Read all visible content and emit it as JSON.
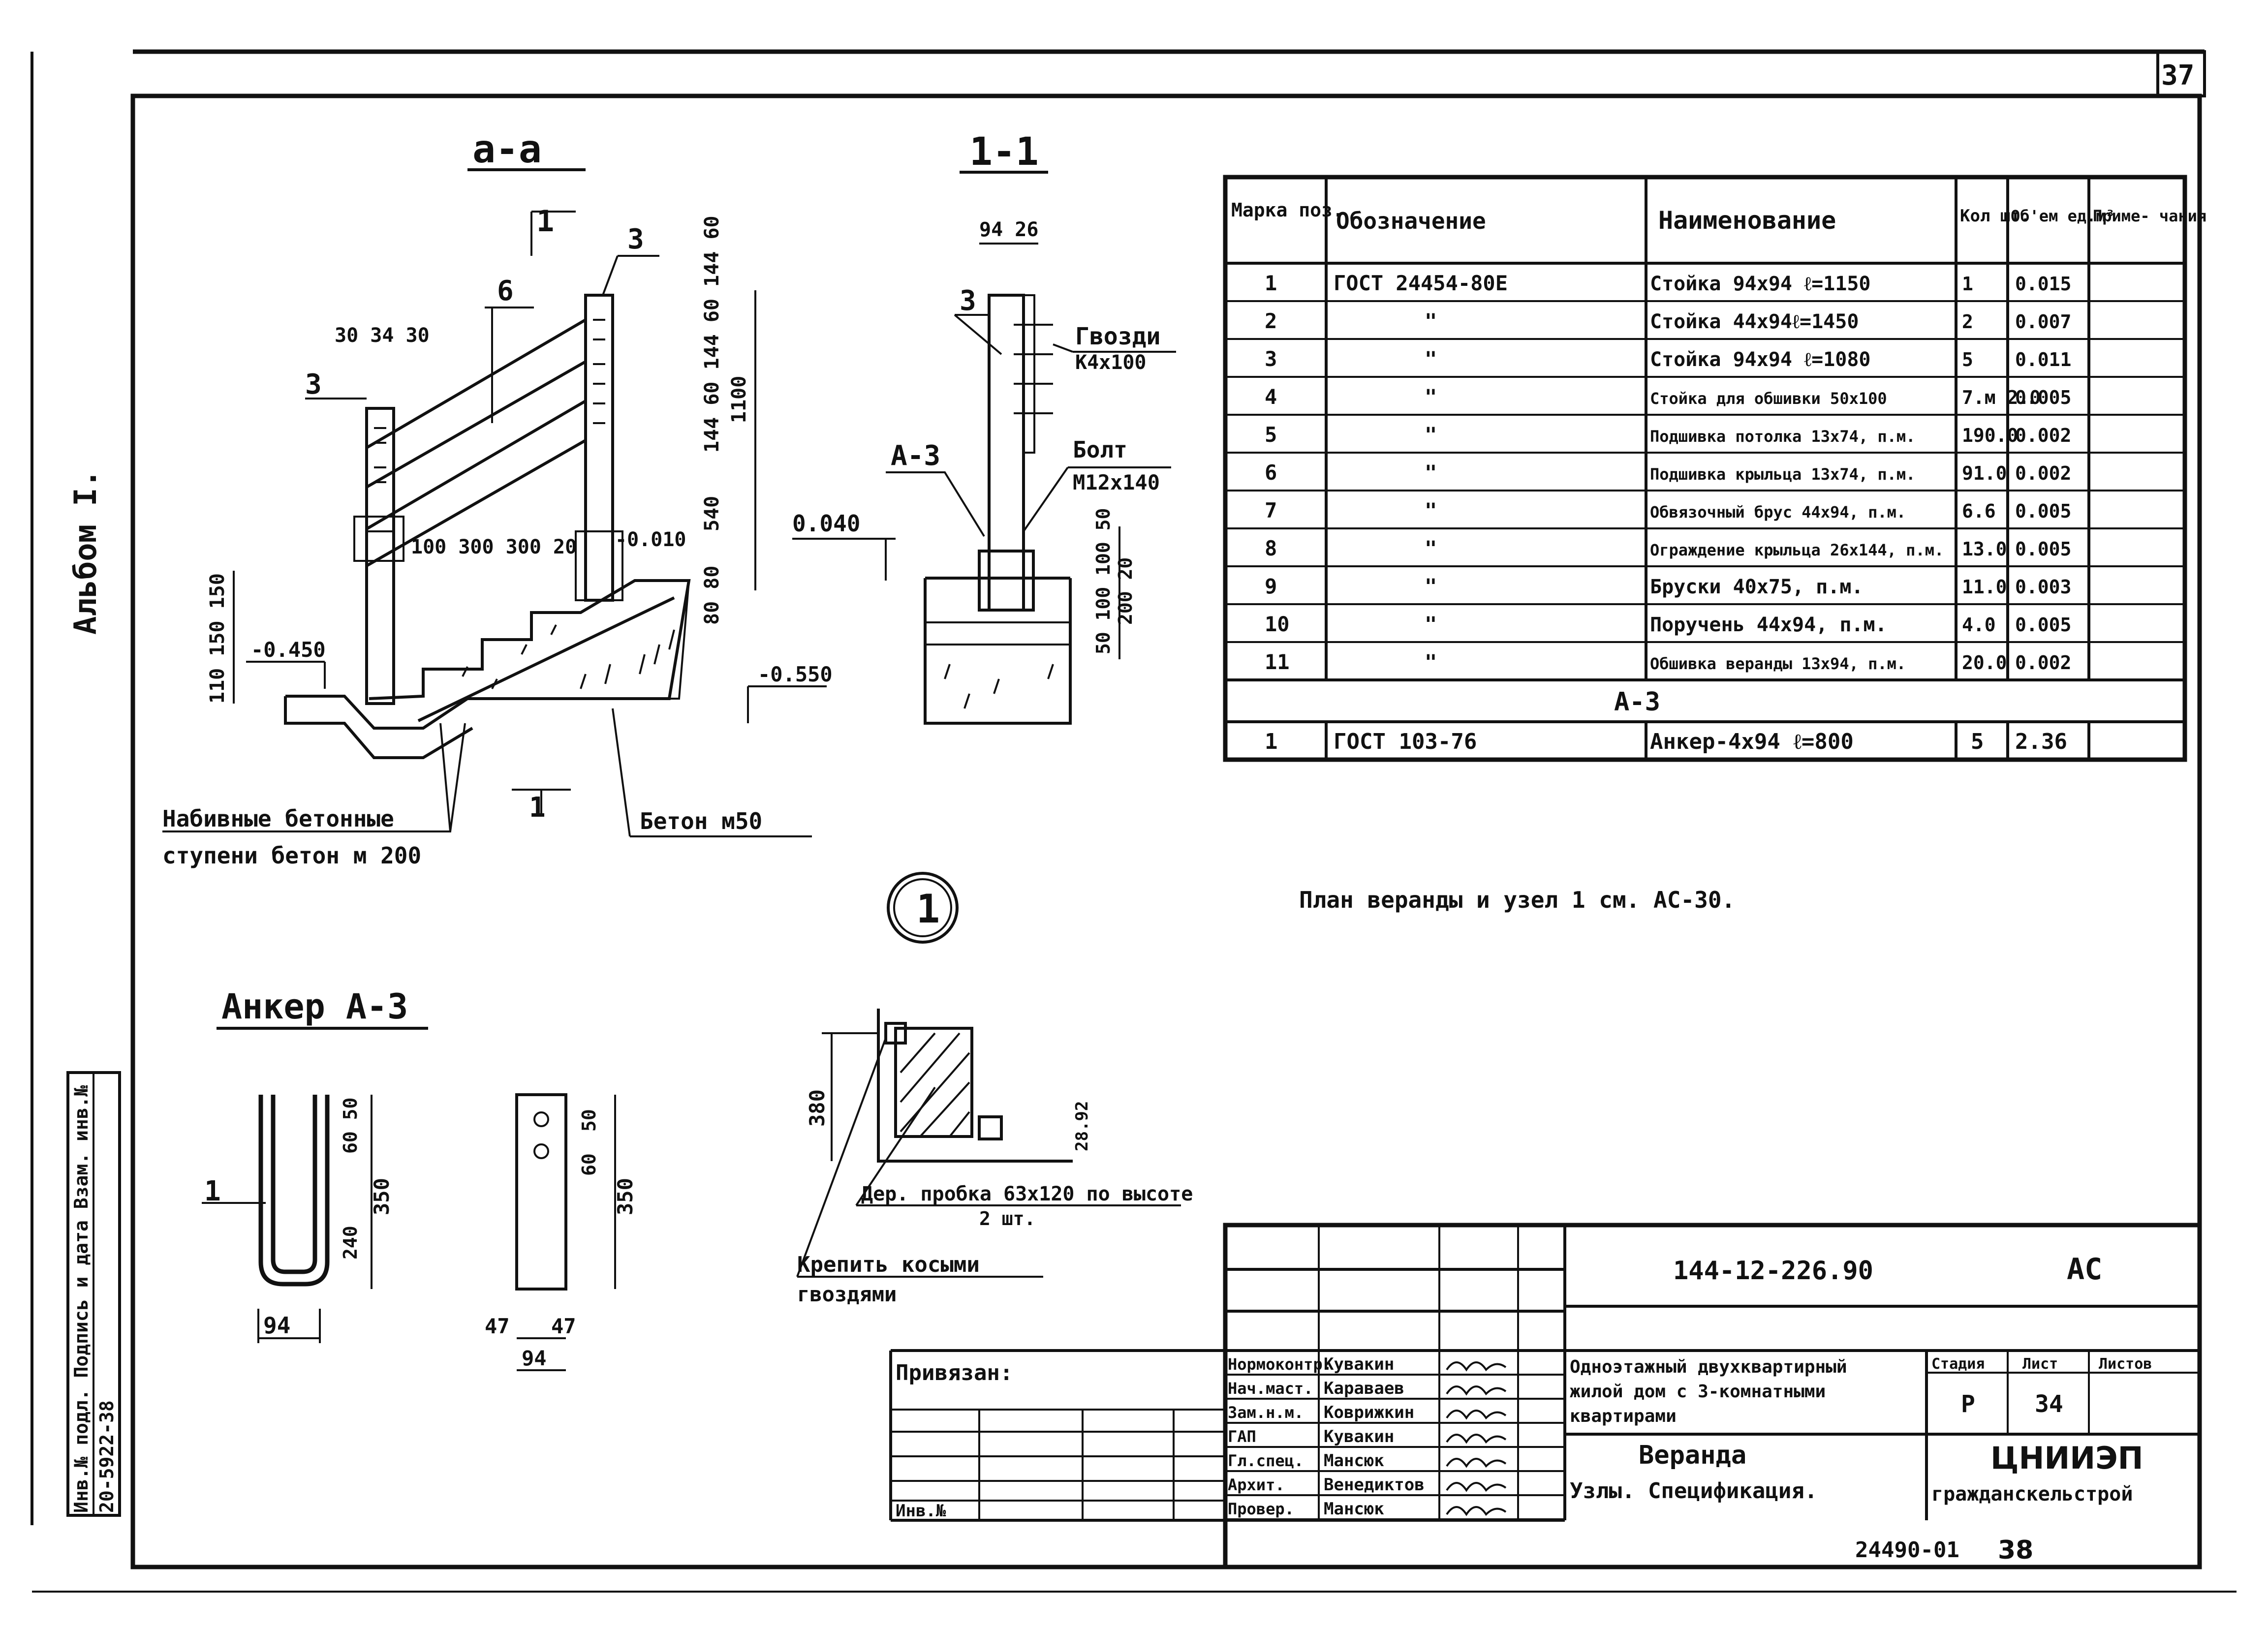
{
  "sheet_number": "37",
  "album_label": "Альбом I.",
  "side_stamp": {
    "col_titles": "Инв.№ подл. Подпись и дата Взам. инв.№",
    "code": "20-5922-38"
  },
  "views": {
    "section_aa_title": "а-а",
    "section_11_title": "1-1",
    "anchor_title": "Анкер А-3",
    "node_marker": "1",
    "view_mark_1": "1",
    "view_mark_T": "1"
  },
  "section_aa": {
    "labels": {
      "pos_3a": "3",
      "pos_3b": "3",
      "pos_6": "6",
      "dims_top": "30 34 30",
      "dims_steps": "100 300  300 20",
      "level_1": "-0.010",
      "level_2": "-0.450",
      "level_3": "-0.550",
      "dims_left": "110 150 150",
      "dims_right": "144 60 144 60 144 60",
      "dim_1100": "1100",
      "dim_540": "540",
      "dims_bottom_right": "80 80",
      "note_steps_1": "Набивные бетонные",
      "note_steps_2": "ступени бетон м 200",
      "note_concrete": "Бетон м50"
    }
  },
  "section_11": {
    "labels": {
      "dims_top": "94  26",
      "pos_3": "3",
      "nails_1": "Гвозди",
      "nails_2": "К4х100",
      "anchor": "А-3",
      "bolt_1": "Болт",
      "bolt_2": "М12х140",
      "level": "0.040",
      "dims_right": "50 100 100 50",
      "dims_right2": "200 20"
    }
  },
  "anchor_views": {
    "pos_1": "1",
    "dims_1": "60 50",
    "dims_2": "240",
    "dims_3": "350",
    "width_1": "94",
    "dims_r1": "50",
    "dims_r2": "60",
    "dims_r3": "350",
    "width_l": "47",
    "width_r": "47",
    "width_2": "94"
  },
  "node_detail": {
    "dim_380": "380",
    "dim_side": "28.92",
    "note_1": "Дер. пробка 63х120 по высоте",
    "note_2": "2 шт.",
    "note_3": "Крепить косыми",
    "note_4": "гвоздями"
  },
  "spec_table": {
    "headers": {
      "mark": "Марка поз.",
      "designation": "Обозначение",
      "name": "Наименование",
      "qty": "Кол шт.",
      "volume": "Об'ем ед.м³",
      "note": "Приме- чания"
    },
    "rows": [
      {
        "mark": "1",
        "designation": "ГОСТ 24454-80Е",
        "name": "Стойка 94х94 ℓ=1150",
        "qty": "1",
        "volume": "0.015"
      },
      {
        "mark": "2",
        "designation": "\"",
        "name": "Стойка 44х94ℓ=1450",
        "qty": "2",
        "volume": "0.007"
      },
      {
        "mark": "3",
        "designation": "\"",
        "name": "Стойка 94х94 ℓ=1080",
        "qty": "5",
        "volume": "0.011"
      },
      {
        "mark": "4",
        "designation": "\"",
        "name": "Стойка для обшивки 50х100",
        "qty": "7.м 2.0",
        "volume": "0.005"
      },
      {
        "mark": "5",
        "designation": "\"",
        "name": "Подшивка потолка 13х74, п.м.",
        "qty": "190.0",
        "volume": "0.002"
      },
      {
        "mark": "6",
        "designation": "\"",
        "name": "Подшивка крыльца 13х74, п.м.",
        "qty": "91.0",
        "volume": "0.002"
      },
      {
        "mark": "7",
        "designation": "\"",
        "name": "Обвязочный брус 44х94, п.м.",
        "qty": "6.6",
        "volume": "0.005"
      },
      {
        "mark": "8",
        "designation": "\"",
        "name": "Ограждение крыльца 26х144, п.м.",
        "qty": "13.0",
        "volume": "0.005"
      },
      {
        "mark": "9",
        "designation": "\"",
        "name": "Бруски 40х75, п.м.",
        "qty": "11.0",
        "volume": "0.003"
      },
      {
        "mark": "10",
        "designation": "\"",
        "name": "Поручень 44х94, п.м.",
        "qty": "4.0",
        "volume": "0.005"
      },
      {
        "mark": "11",
        "designation": "\"",
        "name": "Обшивка веранды 13х94, п.м.",
        "qty": "20.0",
        "volume": "0.002"
      }
    ],
    "group_title": "А-3",
    "group_rows": [
      {
        "mark": "1",
        "designation": "ГОСТ 103-76",
        "name": "Анкер-4х94 ℓ=800",
        "qty": "5",
        "volume": "2.36"
      }
    ]
  },
  "plan_note": "План веранды и узел 1 см. АС-30.",
  "title_block": {
    "doc_code": "144-12-226.90",
    "doc_mark": "АС",
    "attached_label": "Привязан:",
    "inv_label": "Инв.№",
    "roles": [
      {
        "role": "Нормоконтр.",
        "name": "Кувакин"
      },
      {
        "role": "Нач.маст.",
        "name": "Караваев"
      },
      {
        "role": "Зам.н.м.",
        "name": "Коврижкин"
      },
      {
        "role": "ГАП",
        "name": "Кувакин"
      },
      {
        "role": "Гл.спец.",
        "name": "Мансюк"
      },
      {
        "role": "Архит.",
        "name": "Венедиктов"
      },
      {
        "role": "Провер.",
        "name": "Мансюк"
      }
    ],
    "project_1": "Одноэтажный двухквартирный",
    "project_2": "жилой дом с 3-комнатными",
    "project_3": "квартирами",
    "sheet_title_1": "Веранда",
    "sheet_title_2": "Узлы. Спецификация.",
    "stage_label": "Стадия",
    "sheet_label": "Лист",
    "sheets_label": "Листов",
    "stage": "Р",
    "sheet": "34",
    "org_1": "ЦНИИЭП",
    "org_2": "гражданскельстрой"
  },
  "footer_code": "24490-01",
  "footer_page": "38"
}
